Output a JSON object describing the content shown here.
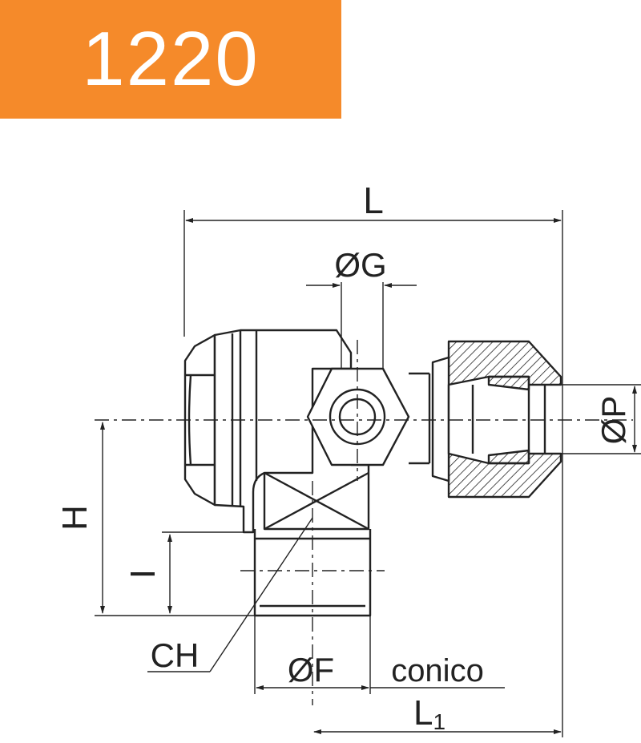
{
  "header": {
    "code": "1220",
    "badge_color": "#F58A2A"
  },
  "drawing": {
    "line_color": "#222222",
    "labels": {
      "L": "L",
      "G": "ØG",
      "P": "ØP",
      "H": "H",
      "I": "I",
      "CH": "CH",
      "F": "ØF",
      "conico": "conico",
      "L1_main": "L",
      "L1_sub": "1"
    }
  }
}
